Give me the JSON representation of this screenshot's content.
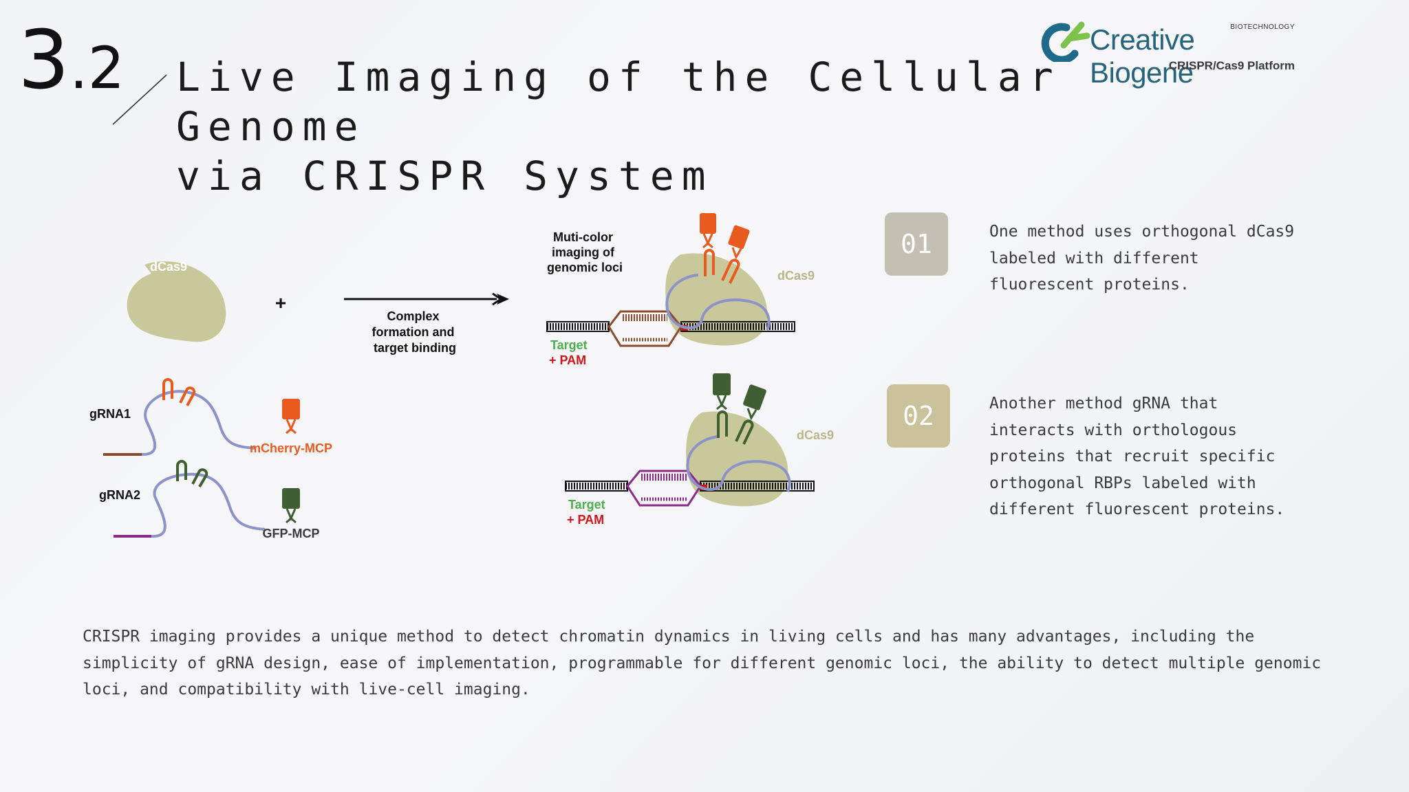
{
  "header": {
    "section_major": "3",
    "section_minor": ".2",
    "title_line1": "Live Imaging of the Cellular Genome",
    "title_line2": "via CRISPR System"
  },
  "logo": {
    "biotech": "BIOTECHNOLOGY",
    "brand": "Creative Biogene",
    "platform": "CRISPR/Cas9 Platform"
  },
  "diagram": {
    "dcas9": "dCas9",
    "plus": "+",
    "arrow_label": [
      "Complex",
      "formation and",
      "target binding"
    ],
    "grna1": "gRNA1",
    "grna2": "gRNA2",
    "mcherry": "mCherry-MCP",
    "gfp": "GFP-MCP",
    "multicolor": [
      "Muti-color",
      "imaging of",
      "genomic loci"
    ],
    "target": "Target",
    "pam": "+ PAM"
  },
  "points": [
    {
      "number": "01",
      "text": "One method uses orthogonal dCas9 labeled with different fluorescent proteins."
    },
    {
      "number": "02",
      "text": "Another method gRNA that interacts with orthologous proteins that recruit specific orthogonal RBPs labeled with different fluorescent proteins."
    }
  ],
  "summary": "CRISPR imaging provides a unique method to detect chromatin dynamics in living cells and has many advantages, including the simplicity of gRNA design, ease of implementation, programmable for different genomic loci, the ability to detect multiple genomic loci, and compatibility with live-cell imaging.",
  "colors": {
    "dcas9": "#c9c89a",
    "rna": "#8b93c8",
    "mcherry": "#e85a1e",
    "gfp": "#3f5f33",
    "target": "#4caf50",
    "pam": "#d0141a",
    "badge1": "#c3c0b3",
    "badge2": "#c9c29a"
  }
}
